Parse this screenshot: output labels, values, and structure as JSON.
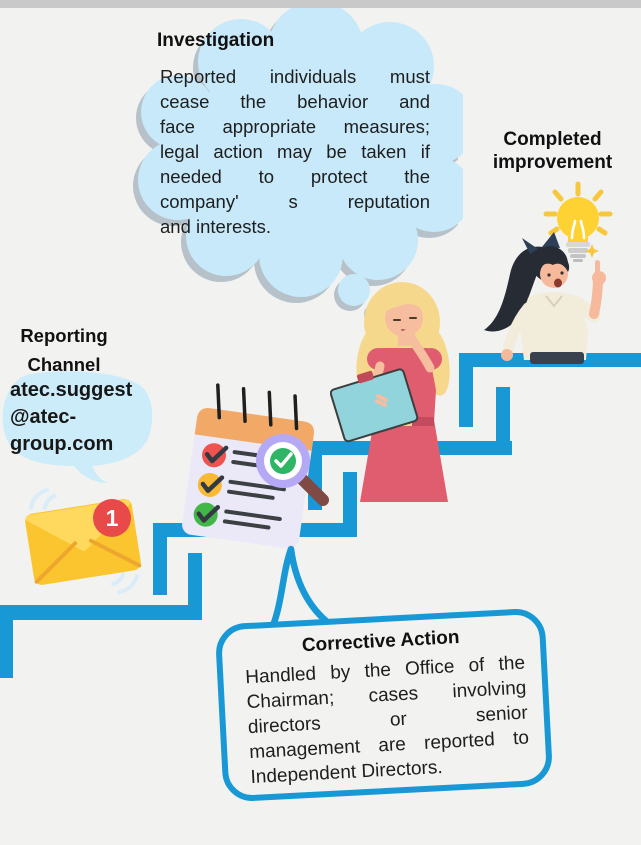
{
  "colors": {
    "background": "#f2f2f1",
    "stair_blue": "#1899d6",
    "cloud_blue": "#c7e9f9",
    "email_blob_blue": "#cdecfa",
    "badge_red": "#e84a4a",
    "envelope_yellow": "#fbc52f"
  },
  "investigation": {
    "title": "Investigation",
    "lines": [
      "Reported individuals must",
      "cease the behavior and",
      "face appropriate measures;",
      "legal action may be taken if",
      "needed to protect the",
      "company' s reputation",
      "and interests."
    ]
  },
  "completed_improvement": {
    "line1": "Completed",
    "line2": "improvement"
  },
  "reporting_channel": {
    "title_line1": "Reporting",
    "title_line2": "Channel",
    "email_line1": "atec.suggest",
    "email_line2": "@atec-",
    "email_line3": "group.com",
    "badge_count": "1"
  },
  "corrective_action": {
    "title": "Corrective Action",
    "lines": [
      "Handled by the Office of the",
      "Chairman; cases involving",
      "directors or senior",
      "management are reported to",
      "Independent Directors."
    ]
  }
}
